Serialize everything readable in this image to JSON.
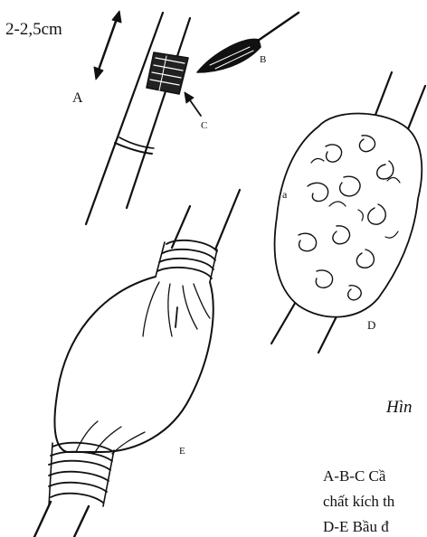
{
  "labels": {
    "size": "2-2,5cm",
    "a": "A",
    "b": "B",
    "c": "C",
    "d": "D",
    "e": "E",
    "small_mark": "a"
  },
  "caption": {
    "title": "Hìn",
    "line1": "A-B-C  Cầ",
    "line2": "chất kích th",
    "line3": "D-E  Bầu đ"
  },
  "colors": {
    "ink": "#111111",
    "paper": "#ffffff"
  }
}
